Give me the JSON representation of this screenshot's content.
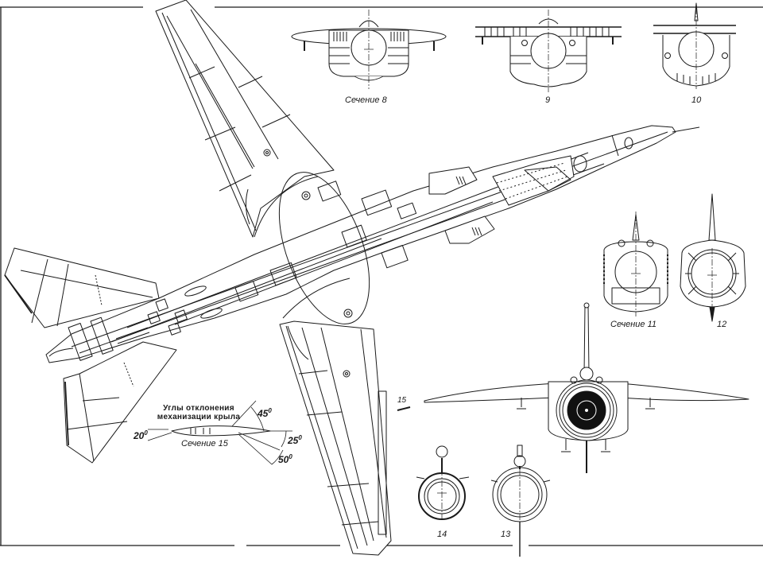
{
  "drawing": {
    "subject": "Swing-wing aircraft, underside (plan) view with fuselage cross-sections",
    "colors": {
      "ink": "#1a1a1a",
      "paper": "#ffffff",
      "engine_face": "#111111"
    },
    "sections": [
      {
        "id": "s8",
        "label": "Сечение 8"
      },
      {
        "id": "s9",
        "label": "9"
      },
      {
        "id": "s10",
        "label": "10"
      },
      {
        "id": "s11",
        "label": "Сечение 11"
      },
      {
        "id": "s12",
        "label": "12"
      },
      {
        "id": "s13",
        "label": "13"
      },
      {
        "id": "s14",
        "label": "14"
      }
    ],
    "section15": {
      "title_line1": "Углы отклонения",
      "title_line2": "механизации крыла",
      "label": "Сечение 15",
      "marker": "15",
      "angles": {
        "leading_edge_slat": "20",
        "spoiler_up": "45",
        "flap_first": "25",
        "flap_full": "50"
      },
      "degree_symbol": "0"
    }
  }
}
